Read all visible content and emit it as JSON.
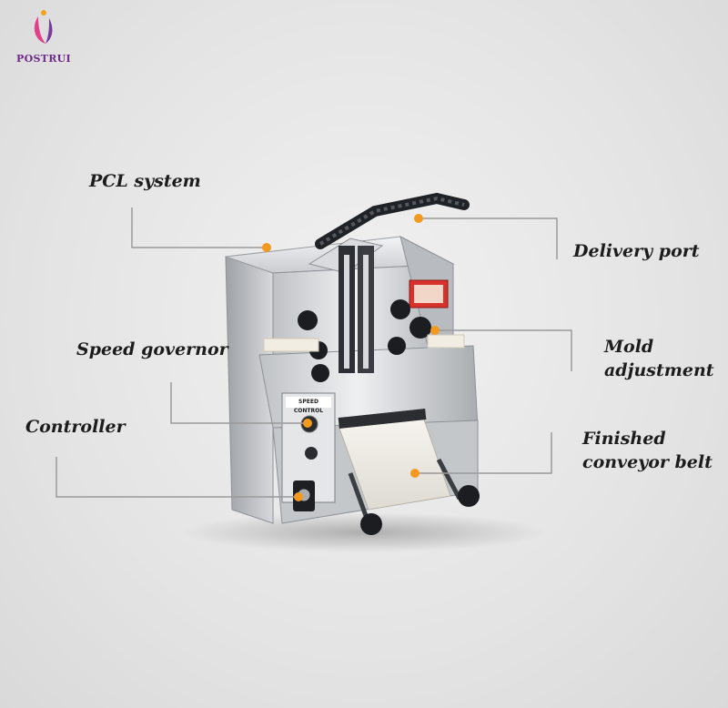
{
  "brand": {
    "name": "POSTRUI"
  },
  "labels": {
    "pcl_system": "PCL system",
    "delivery_port": "Delivery port",
    "speed_governor": "Speed governor",
    "mold_adjustment_line1": "Mold",
    "mold_adjustment_line2": "adjustment",
    "controller": "Controller",
    "finished_conveyor_line1": "Finished",
    "finished_conveyor_line2": "conveyor belt"
  },
  "panel": {
    "title": "SPEED CONTROL"
  },
  "colors": {
    "dot": "#f39a1e",
    "leader": "#9a9a9a",
    "text": "#1c1c1c",
    "brand": "#6b2d86"
  }
}
